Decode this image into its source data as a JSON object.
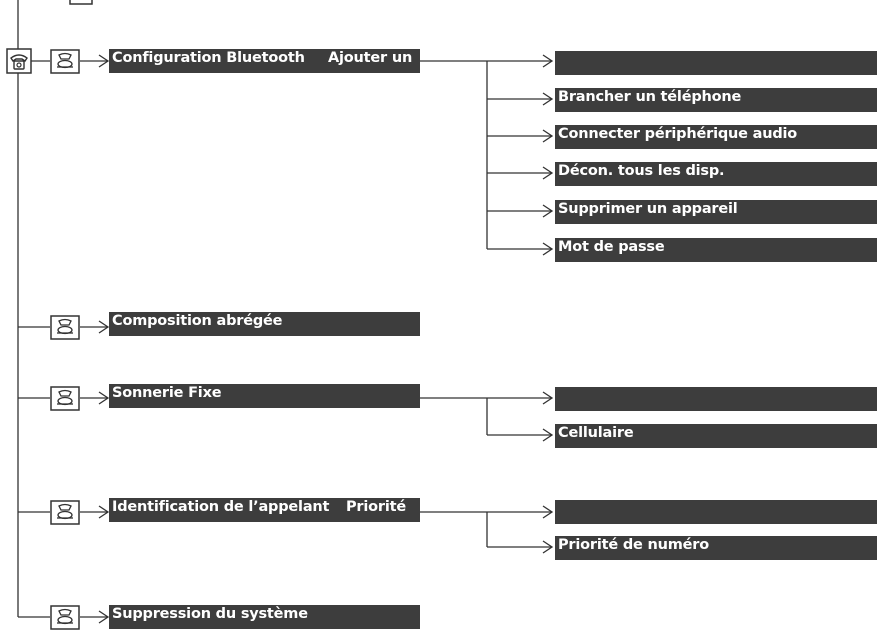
{
  "root": {
    "icon": "phone-icon"
  },
  "menus": [
    {
      "label": "Configuration Bluetooth",
      "label2": "Ajouter un",
      "icon": "phone-handset-icon",
      "subitems": [
        "",
        "Brancher un téléphone",
        "Connecter périphérique audio",
        "Décon. tous les disp.",
        "Supprimer un appareil",
        "Mot de passe"
      ]
    },
    {
      "label": "Composition abrégée",
      "icon": "phone-handset-icon",
      "subitems": []
    },
    {
      "label": "Sonnerie Fixe",
      "icon": "phone-handset-icon",
      "subitems": [
        "",
        "Cellulaire"
      ]
    },
    {
      "label": "Identification de l’appelant",
      "label2": "Priorité",
      "icon": "phone-handset-icon",
      "subitems": [
        "",
        "Priorité de numéro"
      ]
    },
    {
      "label": "Suppression du système",
      "icon": "phone-handset-icon",
      "subitems": []
    }
  ],
  "colors": {
    "box": "#3d3d3d",
    "line": "#333333",
    "text": "#ffffff"
  }
}
